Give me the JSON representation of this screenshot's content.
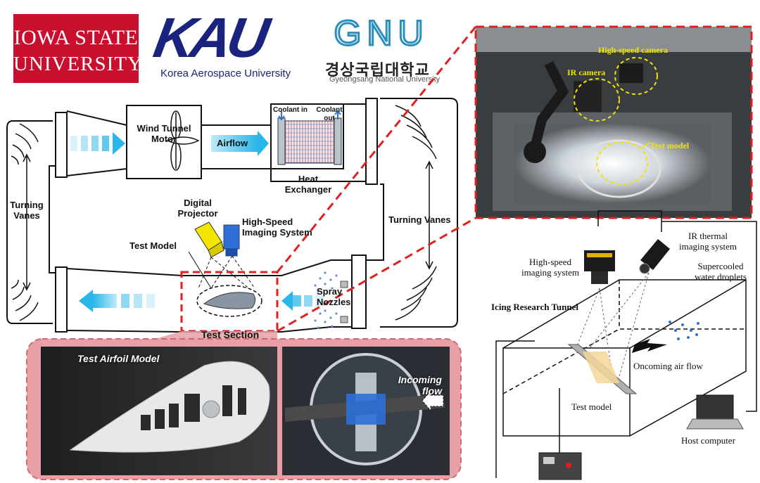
{
  "logos": {
    "isu": {
      "line1": "IOWA STATE",
      "line2": "UNIVERSITY"
    },
    "kau": {
      "mark": "KAU",
      "subtitle": "Korea Aerospace University"
    },
    "gnu": {
      "mark": "GNU",
      "korean": "경상국립대학교",
      "english": "Gyeongsang National University"
    }
  },
  "tunnel": {
    "motor": "Wind Tunnel Motor",
    "airflow": "Airflow",
    "coolant_in": "Coolant in",
    "coolant_out": "Coolant out",
    "heat_exchanger": "Heat Exchanger",
    "turning_vanes_left": "Turning Vanes",
    "turning_vanes_right": "Turning Vanes",
    "digital_projector": "Digital Projector",
    "high_speed_imaging": "High-Speed Imaging System",
    "test_model": "Test Model",
    "spray_nozzles": "Spray Nozzles",
    "test_section": "Test Section"
  },
  "photos": {
    "top": {
      "high_speed_camera": "High-speed camera",
      "ir_camera": "IR camera",
      "test_model": "Test model"
    },
    "airfoil": {
      "title": "Test Airfoil Model"
    },
    "incoming": {
      "label": "Incoming flow"
    }
  },
  "schematic": {
    "high_speed_imaging": "High-speed imaging system",
    "ir_thermal": "IR thermal imaging system",
    "supercooled": "Supercooled water droplets",
    "icing_tunnel": "Icing Research Tunnel",
    "oncoming_flow": "Oncoming air flow",
    "test_model": "Test model",
    "host_computer": "Host computer"
  },
  "colors": {
    "isu_red": "#c8102e",
    "kau_navy": "#1a237e",
    "gnu_blue": "#2a8fbf",
    "flow_cyan": "#29b6e8",
    "dash_red": "#e02020",
    "panel_pink": "#e8a0a6",
    "projector_yellow": "#f4e500",
    "camera_blue": "#2f6fd6",
    "label_yellow": "#f2e300"
  }
}
